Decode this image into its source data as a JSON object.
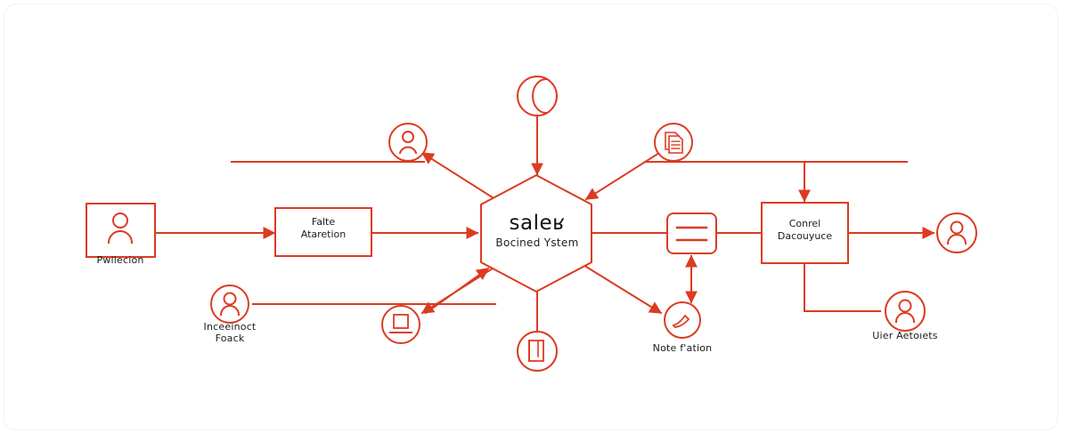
{
  "diagram": {
    "accent_color": "#DC3B22",
    "background": "#ffffff",
    "text_color": "#1c1c1c",
    "frame_color": "#f2f2f2"
  },
  "center": {
    "title": "saleʁ",
    "subtitle": "Bocined Ystem",
    "shape": "hexagon"
  },
  "nodes": {
    "actor_left": {
      "label": "Pwllecion",
      "icon": "person-icon",
      "shape": "rectangle"
    },
    "process_left": {
      "label": "Falte\nAtaretion",
      "shape": "rectangle"
    },
    "process_right": {
      "label": "Conrel\nDacouyuce",
      "shape": "rectangle"
    },
    "top_left_user": {
      "label": "",
      "icon": "person-circle-icon",
      "shape": "circle"
    },
    "top_center_globe": {
      "label": "",
      "icon": "globe-icon",
      "shape": "circle"
    },
    "top_right_document": {
      "label": "",
      "icon": "document-icon",
      "shape": "circle"
    },
    "right_list": {
      "label": "",
      "icon": "list-icon",
      "shape": "rounded-square"
    },
    "far_right_user": {
      "label": "",
      "icon": "person-circle-icon",
      "shape": "circle"
    },
    "bottom_left_user": {
      "label": "Inceeinoct\nFoack",
      "icon": "person-circle-icon",
      "shape": "circle"
    },
    "bottom_laptop": {
      "label": "",
      "icon": "laptop-icon",
      "shape": "circle"
    },
    "bottom_center_book": {
      "label": "",
      "icon": "book-icon",
      "shape": "circle"
    },
    "bottom_notification": {
      "label": "Note f'ation",
      "icon": "notification-icon",
      "shape": "circle"
    },
    "bottom_right_user": {
      "label": "Uier Aetoıets",
      "icon": "person-circle-icon",
      "shape": "circle"
    }
  },
  "connectors": [
    {
      "from": "actor_left",
      "to": "process_left",
      "type": "arrow"
    },
    {
      "from": "process_left",
      "to": "center",
      "type": "arrow"
    },
    {
      "from": "top_center_globe",
      "to": "center",
      "type": "arrow"
    },
    {
      "from": "top_right_document",
      "to": "center",
      "type": "arrow"
    },
    {
      "from": "center",
      "to": "top_left_user",
      "type": "arrow"
    },
    {
      "from": "center",
      "to": "bottom_laptop",
      "type": "arrow"
    },
    {
      "from": "center",
      "to": "bottom_notification",
      "type": "arrow"
    },
    {
      "from": "bottom_center_book",
      "to": "center",
      "type": "arrow"
    },
    {
      "from": "bottom_left_user",
      "to": "center",
      "type": "arrow"
    },
    {
      "from": "center",
      "to": "right_list",
      "type": "line"
    },
    {
      "from": "right_list",
      "to": "process_right",
      "type": "line"
    },
    {
      "from": "process_right",
      "to": "far_right_user",
      "type": "arrow"
    },
    {
      "from": "bottom_notification",
      "to": "right_list",
      "type": "arrow"
    },
    {
      "from": "process_right",
      "to": "bottom_right_user",
      "type": "line"
    },
    {
      "from": "top_rail_left",
      "to": "top_left_user",
      "type": "rail"
    },
    {
      "from": "top_rail_right",
      "to": "process_right",
      "type": "rail"
    }
  ]
}
